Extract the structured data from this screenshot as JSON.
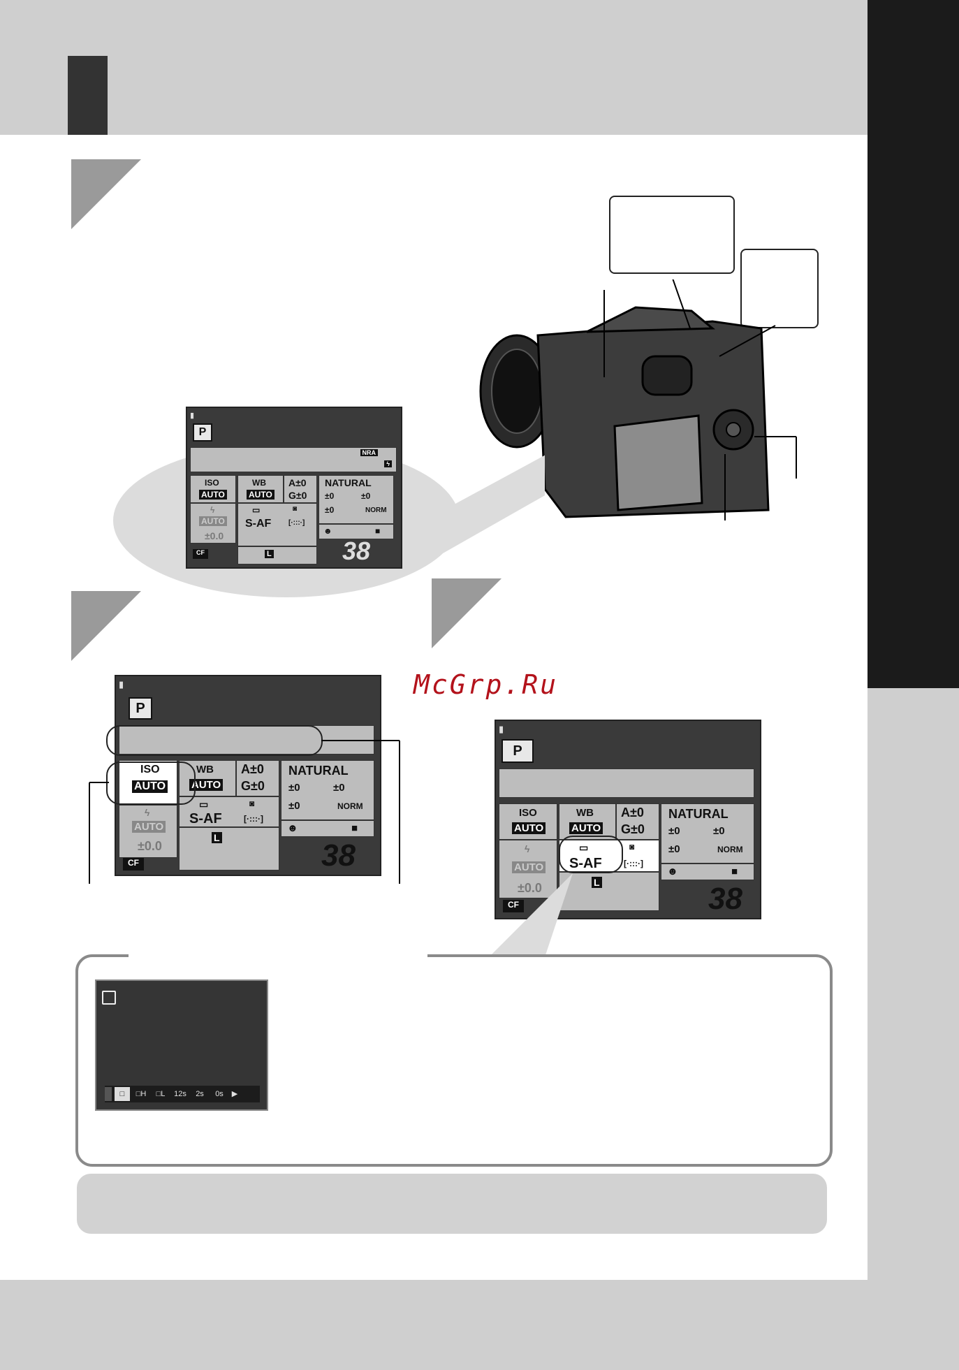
{
  "watermark": "McGrp.Ru",
  "panel": {
    "mode": "P",
    "nr_badge": "NRA",
    "iso_label": "ISO",
    "iso_value": "AUTO",
    "wb_label": "WB",
    "wb_value": "AUTO",
    "wb_a": "A±0",
    "wb_g": "G±0",
    "picture_mode": "NATURAL",
    "sharpness": "±0",
    "contrast": "±0",
    "saturation": "±0",
    "gradation": "NORM",
    "flash_mode": "AUTO",
    "flash_comp": "±0.0",
    "af_mode": "S-AF",
    "card": "CF",
    "quality": "L",
    "frames_left": "38"
  },
  "icons": {
    "battery": "battery-icon",
    "flash": "flash-icon",
    "single_frame": "single-frame-icon",
    "metering": "metering-icon",
    "af_area": "af-area-icon",
    "face": "face-detect-icon",
    "color_space": "color-space-icon"
  },
  "drive_strip": [
    "□",
    "□H",
    "□L",
    "12s",
    "2s",
    "0s",
    "▶"
  ]
}
